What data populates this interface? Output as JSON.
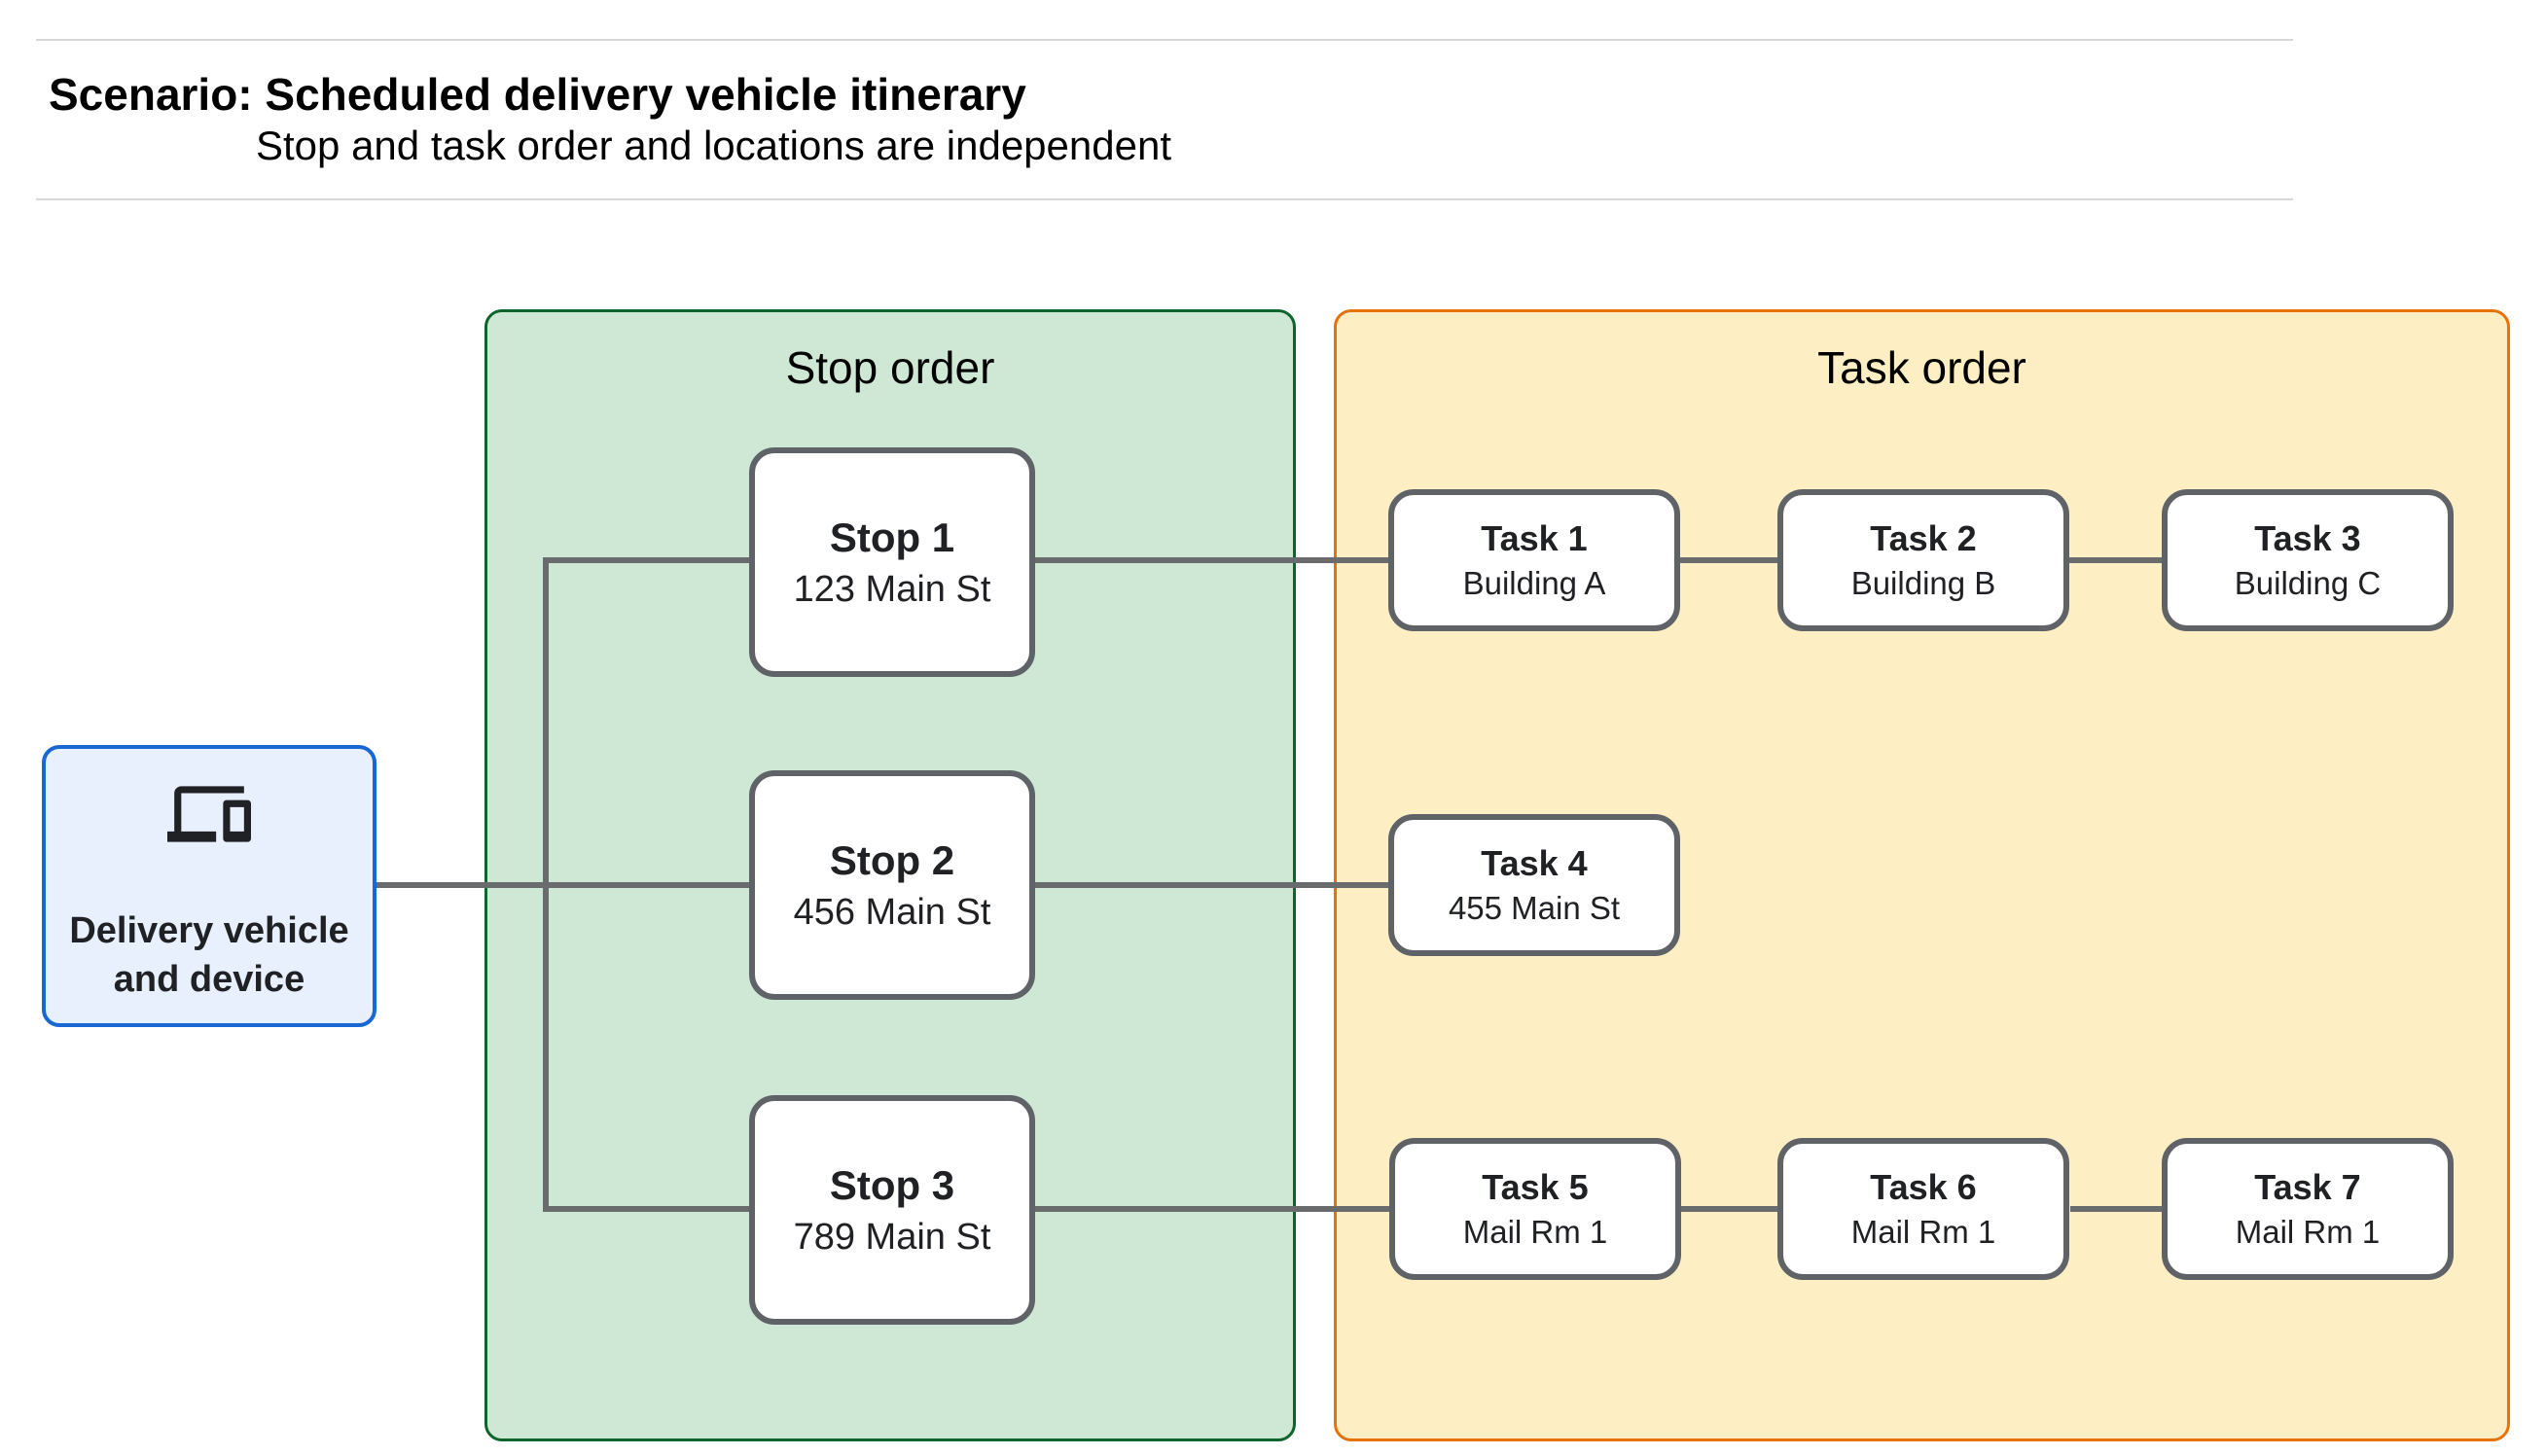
{
  "header": {
    "title_prefix": "Scenario: ",
    "title_rest": "Scheduled delivery vehicle itinerary",
    "subtitle": "Stop and task order and locations are independent"
  },
  "vehicle": {
    "label": "Delivery vehicle and device",
    "icon": "devices-icon"
  },
  "groups": {
    "stop_order": {
      "label": "Stop order"
    },
    "task_order": {
      "label": "Task order"
    }
  },
  "stops": [
    {
      "title": "Stop 1",
      "subtitle": "123 Main St"
    },
    {
      "title": "Stop 2",
      "subtitle": "456 Main St"
    },
    {
      "title": "Stop 3",
      "subtitle": "789 Main St"
    }
  ],
  "tasks": [
    {
      "title": "Task 1",
      "subtitle": "Building A"
    },
    {
      "title": "Task 2",
      "subtitle": "Building B"
    },
    {
      "title": "Task 3",
      "subtitle": "Building C"
    },
    {
      "title": "Task 4",
      "subtitle": "455 Main St"
    },
    {
      "title": "Task 5",
      "subtitle": "Mail Rm 1"
    },
    {
      "title": "Task 6",
      "subtitle": "Mail Rm 1"
    },
    {
      "title": "Task 7",
      "subtitle": "Mail Rm 1"
    }
  ],
  "colors": {
    "blue_border": "#1967D2",
    "blue_fill": "#E8F0FE",
    "green_border": "#0D652D",
    "green_fill": "#CEE8D5",
    "orange_border": "#E8710A",
    "orange_fill": "#FDEFC3",
    "box_border": "#5F6368",
    "connector": "#696B6D",
    "text": "#202124"
  }
}
